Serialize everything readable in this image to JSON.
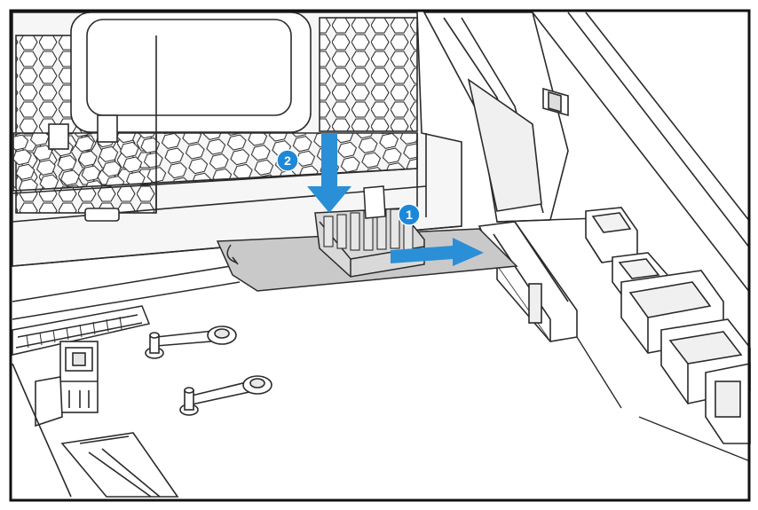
{
  "diagram": {
    "steps": [
      {
        "number": "1",
        "action": "slide-right"
      },
      {
        "number": "2",
        "action": "press-down"
      }
    ],
    "colors": {
      "step_arrow": "#2a8fd6",
      "step_badge": "#1e88d8",
      "badge_text": "#ffffff",
      "line_art": "#2b2b2b",
      "ssd_board": "#c9c9c9",
      "heatsink": "#d9d9d9",
      "frame": "#111111"
    },
    "icons": {
      "step_1_arrow": "arrow-right-icon",
      "step_2_arrow": "arrow-down-icon"
    }
  }
}
